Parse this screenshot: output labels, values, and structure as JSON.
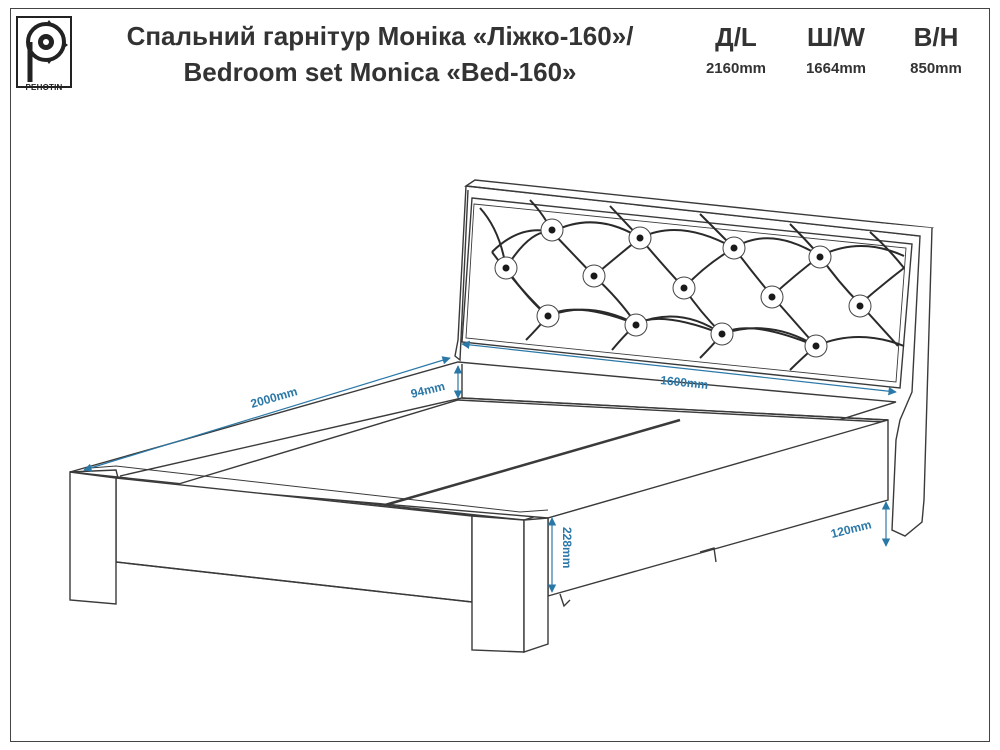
{
  "logo": {
    "caption": "PEHOTIN"
  },
  "title": {
    "line1": "Спальний гарнітур Моніка «Ліжко-160»/",
    "line2": "Bedroom set Monica «Bed-160»"
  },
  "dimensions": [
    {
      "label": "Д/L",
      "value": "2160mm"
    },
    {
      "label": "Ш/W",
      "value": "1664mm"
    },
    {
      "label": "В/H",
      "value": "850mm"
    }
  ],
  "annotations": {
    "length": "2000mm",
    "width": "1600mm",
    "frame_height": "94mm",
    "leg_height": "228mm",
    "clearance": "120mm"
  },
  "colors": {
    "dimension_lines": "#2a78a8",
    "outline": "#3a3a3a"
  }
}
